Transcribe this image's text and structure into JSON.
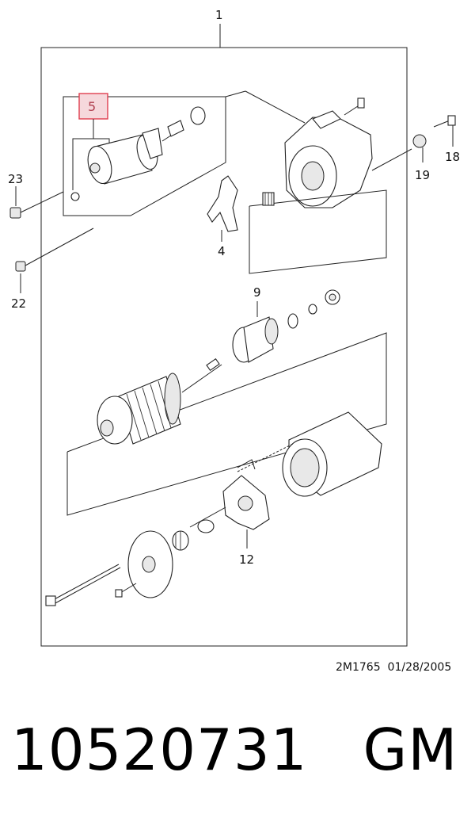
{
  "diagram": {
    "callouts": [
      {
        "id": "c1",
        "label": "1"
      },
      {
        "id": "c5",
        "label": "5"
      },
      {
        "id": "c4",
        "label": "4"
      },
      {
        "id": "c9",
        "label": "9"
      },
      {
        "id": "c12",
        "label": "12"
      },
      {
        "id": "c18",
        "label": "18"
      },
      {
        "id": "c19",
        "label": "19"
      },
      {
        "id": "c22",
        "label": "22"
      },
      {
        "id": "c23",
        "label": "23"
      }
    ],
    "highlight_color": "#e04050"
  },
  "footer": {
    "doc_code": "2M1765",
    "doc_date": "01/28/2005",
    "part_number": "10520731",
    "brand": "GM"
  }
}
